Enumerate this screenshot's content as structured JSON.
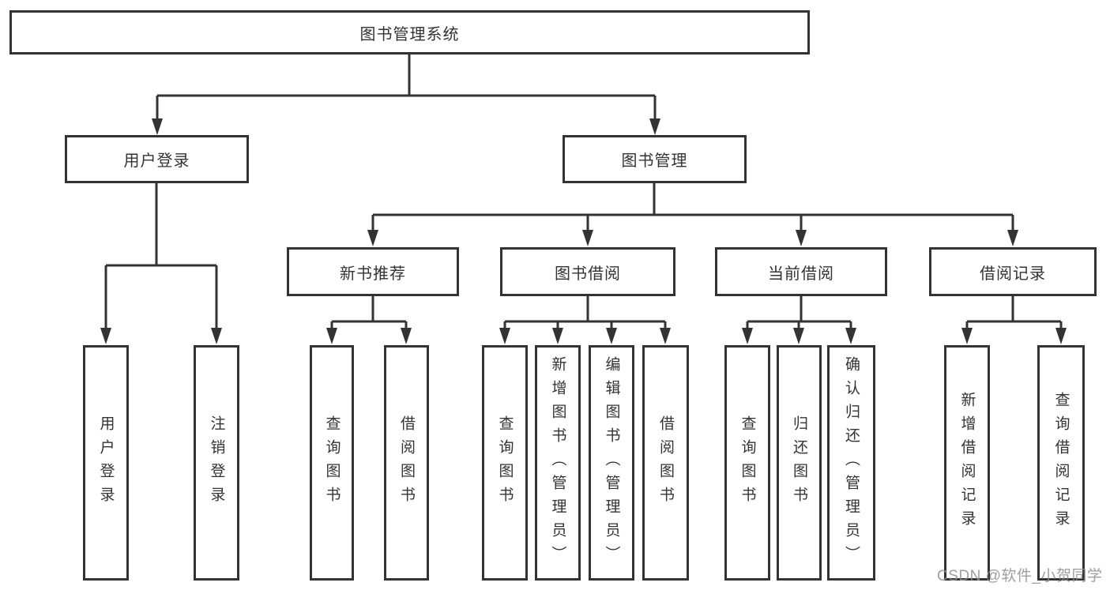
{
  "tree": {
    "label": "图书管理系统",
    "children": [
      {
        "label": "用户登录",
        "children": [
          {
            "label": "用户登录"
          },
          {
            "label": "注销登录"
          }
        ]
      },
      {
        "label": "图书管理",
        "children": [
          {
            "label": "新书推荐",
            "children": [
              {
                "label": "查询图书"
              },
              {
                "label": "借阅图书"
              }
            ]
          },
          {
            "label": "图书借阅",
            "children": [
              {
                "label": "查询图书"
              },
              {
                "label": "新增图书（管理员）"
              },
              {
                "label": "编辑图书（管理员）"
              },
              {
                "label": "借阅图书"
              }
            ]
          },
          {
            "label": "当前借阅",
            "children": [
              {
                "label": "查询图书"
              },
              {
                "label": "归还图书"
              },
              {
                "label": "确认归还（管理员）"
              }
            ]
          },
          {
            "label": "借阅记录",
            "children": [
              {
                "label": "新增借阅记录"
              },
              {
                "label": "查询借阅记录"
              }
            ]
          }
        ]
      }
    ]
  },
  "watermark": {
    "text": "CSDN @软件_小贺同学"
  },
  "colors": {
    "line": "#333333",
    "text": "#333333",
    "background": "#ffffff",
    "watermark": "#919191"
  }
}
